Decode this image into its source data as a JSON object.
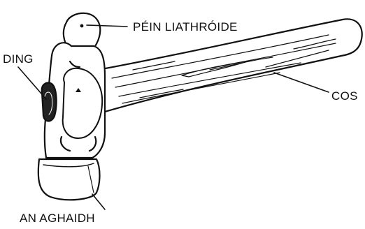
{
  "diagram": {
    "parts": [
      {
        "id": "ball-peen",
        "label": "PÉIN LIATHRÓIDE"
      },
      {
        "id": "wedge",
        "label": "DING"
      },
      {
        "id": "handle",
        "label": "COS"
      },
      {
        "id": "face",
        "label": "AN AGHAIDH"
      }
    ]
  }
}
